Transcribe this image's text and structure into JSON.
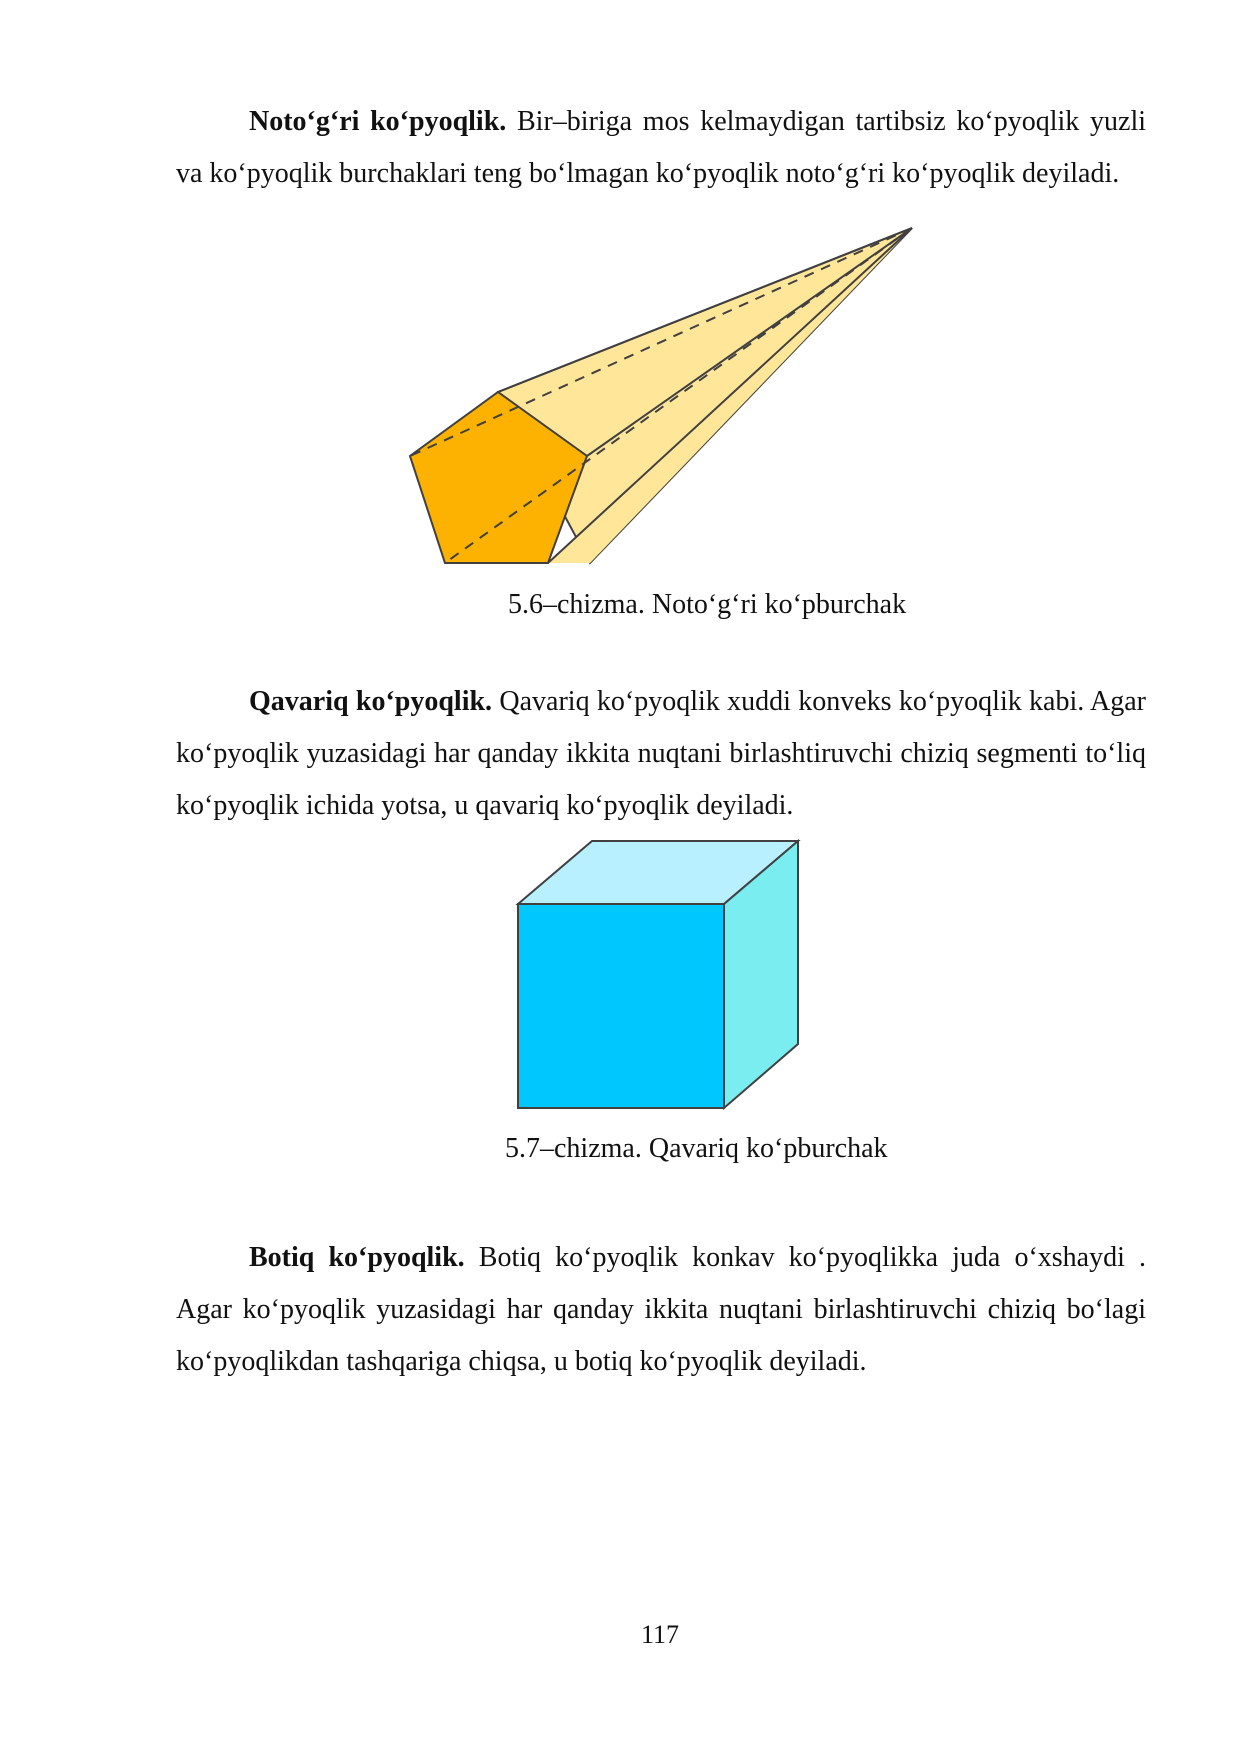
{
  "sections": [
    {
      "heading": "Noto‘g‘ri ko‘pyoqlik.",
      "text": " Bir–biriga mos kelmaydigan tartibsiz ko‘pyoqlik yuzli va ko‘pyoqlik burchaklari teng bo‘lmagan ko‘pyoqlik noto‘g‘ri ko‘pyoqlik deyiladi."
    },
    {
      "heading": "Qavariq ko‘pyoqlik.",
      "text": " Qavariq ko‘pyoqlik xuddi konveks ko‘pyoqlik kabi. Agar ko‘pyoqlik yuzasidagi har qanday ikkita nuqtani birlashtiruvchi chiziq segmenti to‘liq ko‘pyoqlik ichida yotsa, u qavariq ko‘pyoqlik deyiladi."
    },
    {
      "heading": "Botiq ko‘pyoqlik.",
      "text": " Botiq ko‘pyoqlik konkav ko‘pyoqlikka juda o‘xshaydi . Agar ko‘pyoqlik yuzasidagi har qanday ikkita nuqtani birlashtiruvchi chiziq bo‘lagi ko‘pyoqlikdan tashqariga chiqsa, u botiq ko‘pyoqlik deyiladi."
    }
  ],
  "figures": [
    {
      "caption": "5.6–chizma. Noto‘g‘ri ko‘pburchak",
      "colors": {
        "base": "#FDB100",
        "sides": "#FFE699",
        "edge": "#404040"
      }
    },
    {
      "caption": "5.7–chizma. Qavariq ko‘pburchak",
      "colors": {
        "front": "#00C8FF",
        "top": "#B8F0FF",
        "side": "#7AEDF0",
        "edge": "#404040"
      }
    }
  ],
  "page_number": "117"
}
